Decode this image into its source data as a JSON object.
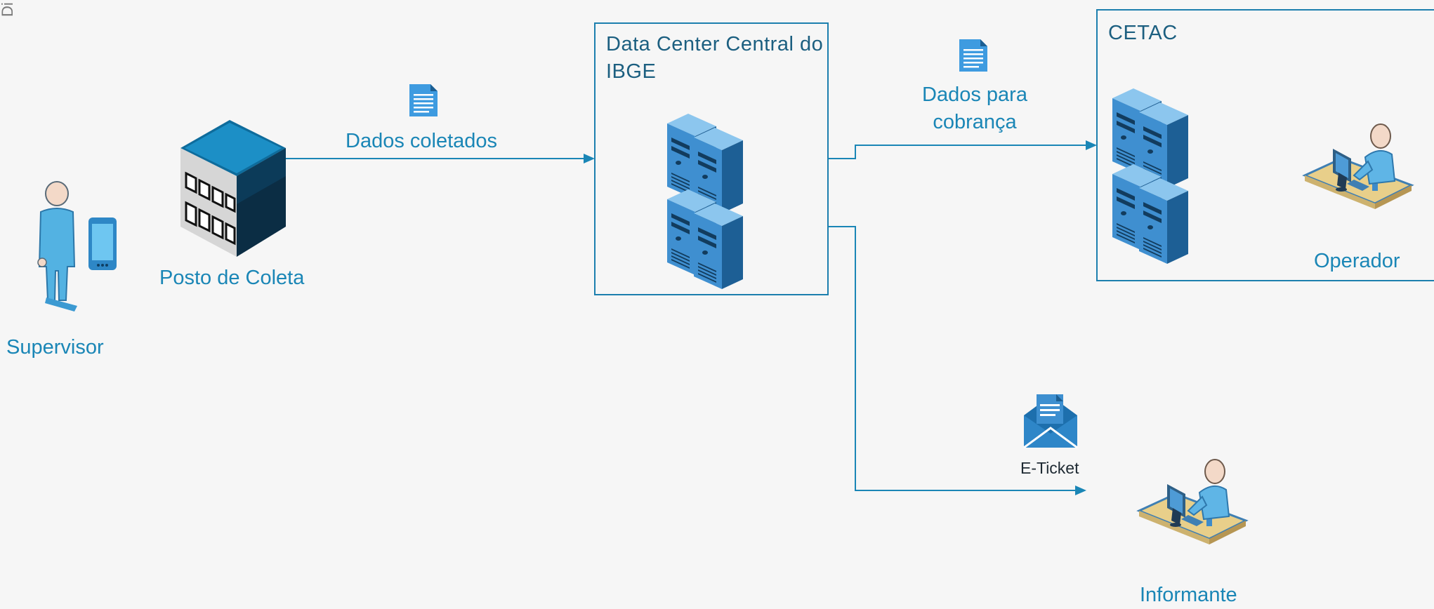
{
  "diagram": {
    "edge_label": "Di",
    "nodes": {
      "supervisor": {
        "label": "Supervisor",
        "icon": "person-with-phone-icon"
      },
      "posto": {
        "label": "Posto de Coleta",
        "icon": "building-icon"
      },
      "datacenter": {
        "title": "Data Center Central do IBGE",
        "icon": "server-rack-icon"
      },
      "cetac": {
        "title": "CETAC",
        "icon": "server-rack-icon"
      },
      "operador": {
        "label": "Operador",
        "icon": "operator-workstation-icon"
      },
      "informante": {
        "label": "Informante",
        "icon": "informant-workstation-icon"
      }
    },
    "edges": {
      "dados_coletados": {
        "label": "Dados coletados",
        "icon": "document-icon"
      },
      "dados_cobranca": {
        "label": "Dados para cobrança",
        "icon": "document-icon"
      },
      "eticket": {
        "label": "E-Ticket",
        "icon": "email-envelope-icon"
      }
    },
    "colors": {
      "accent": "#1a86b6",
      "box_border": "#1c7fae",
      "server_light": "#5aa7dd",
      "server_dark": "#1b5e92",
      "background": "#f6f6f6"
    }
  }
}
